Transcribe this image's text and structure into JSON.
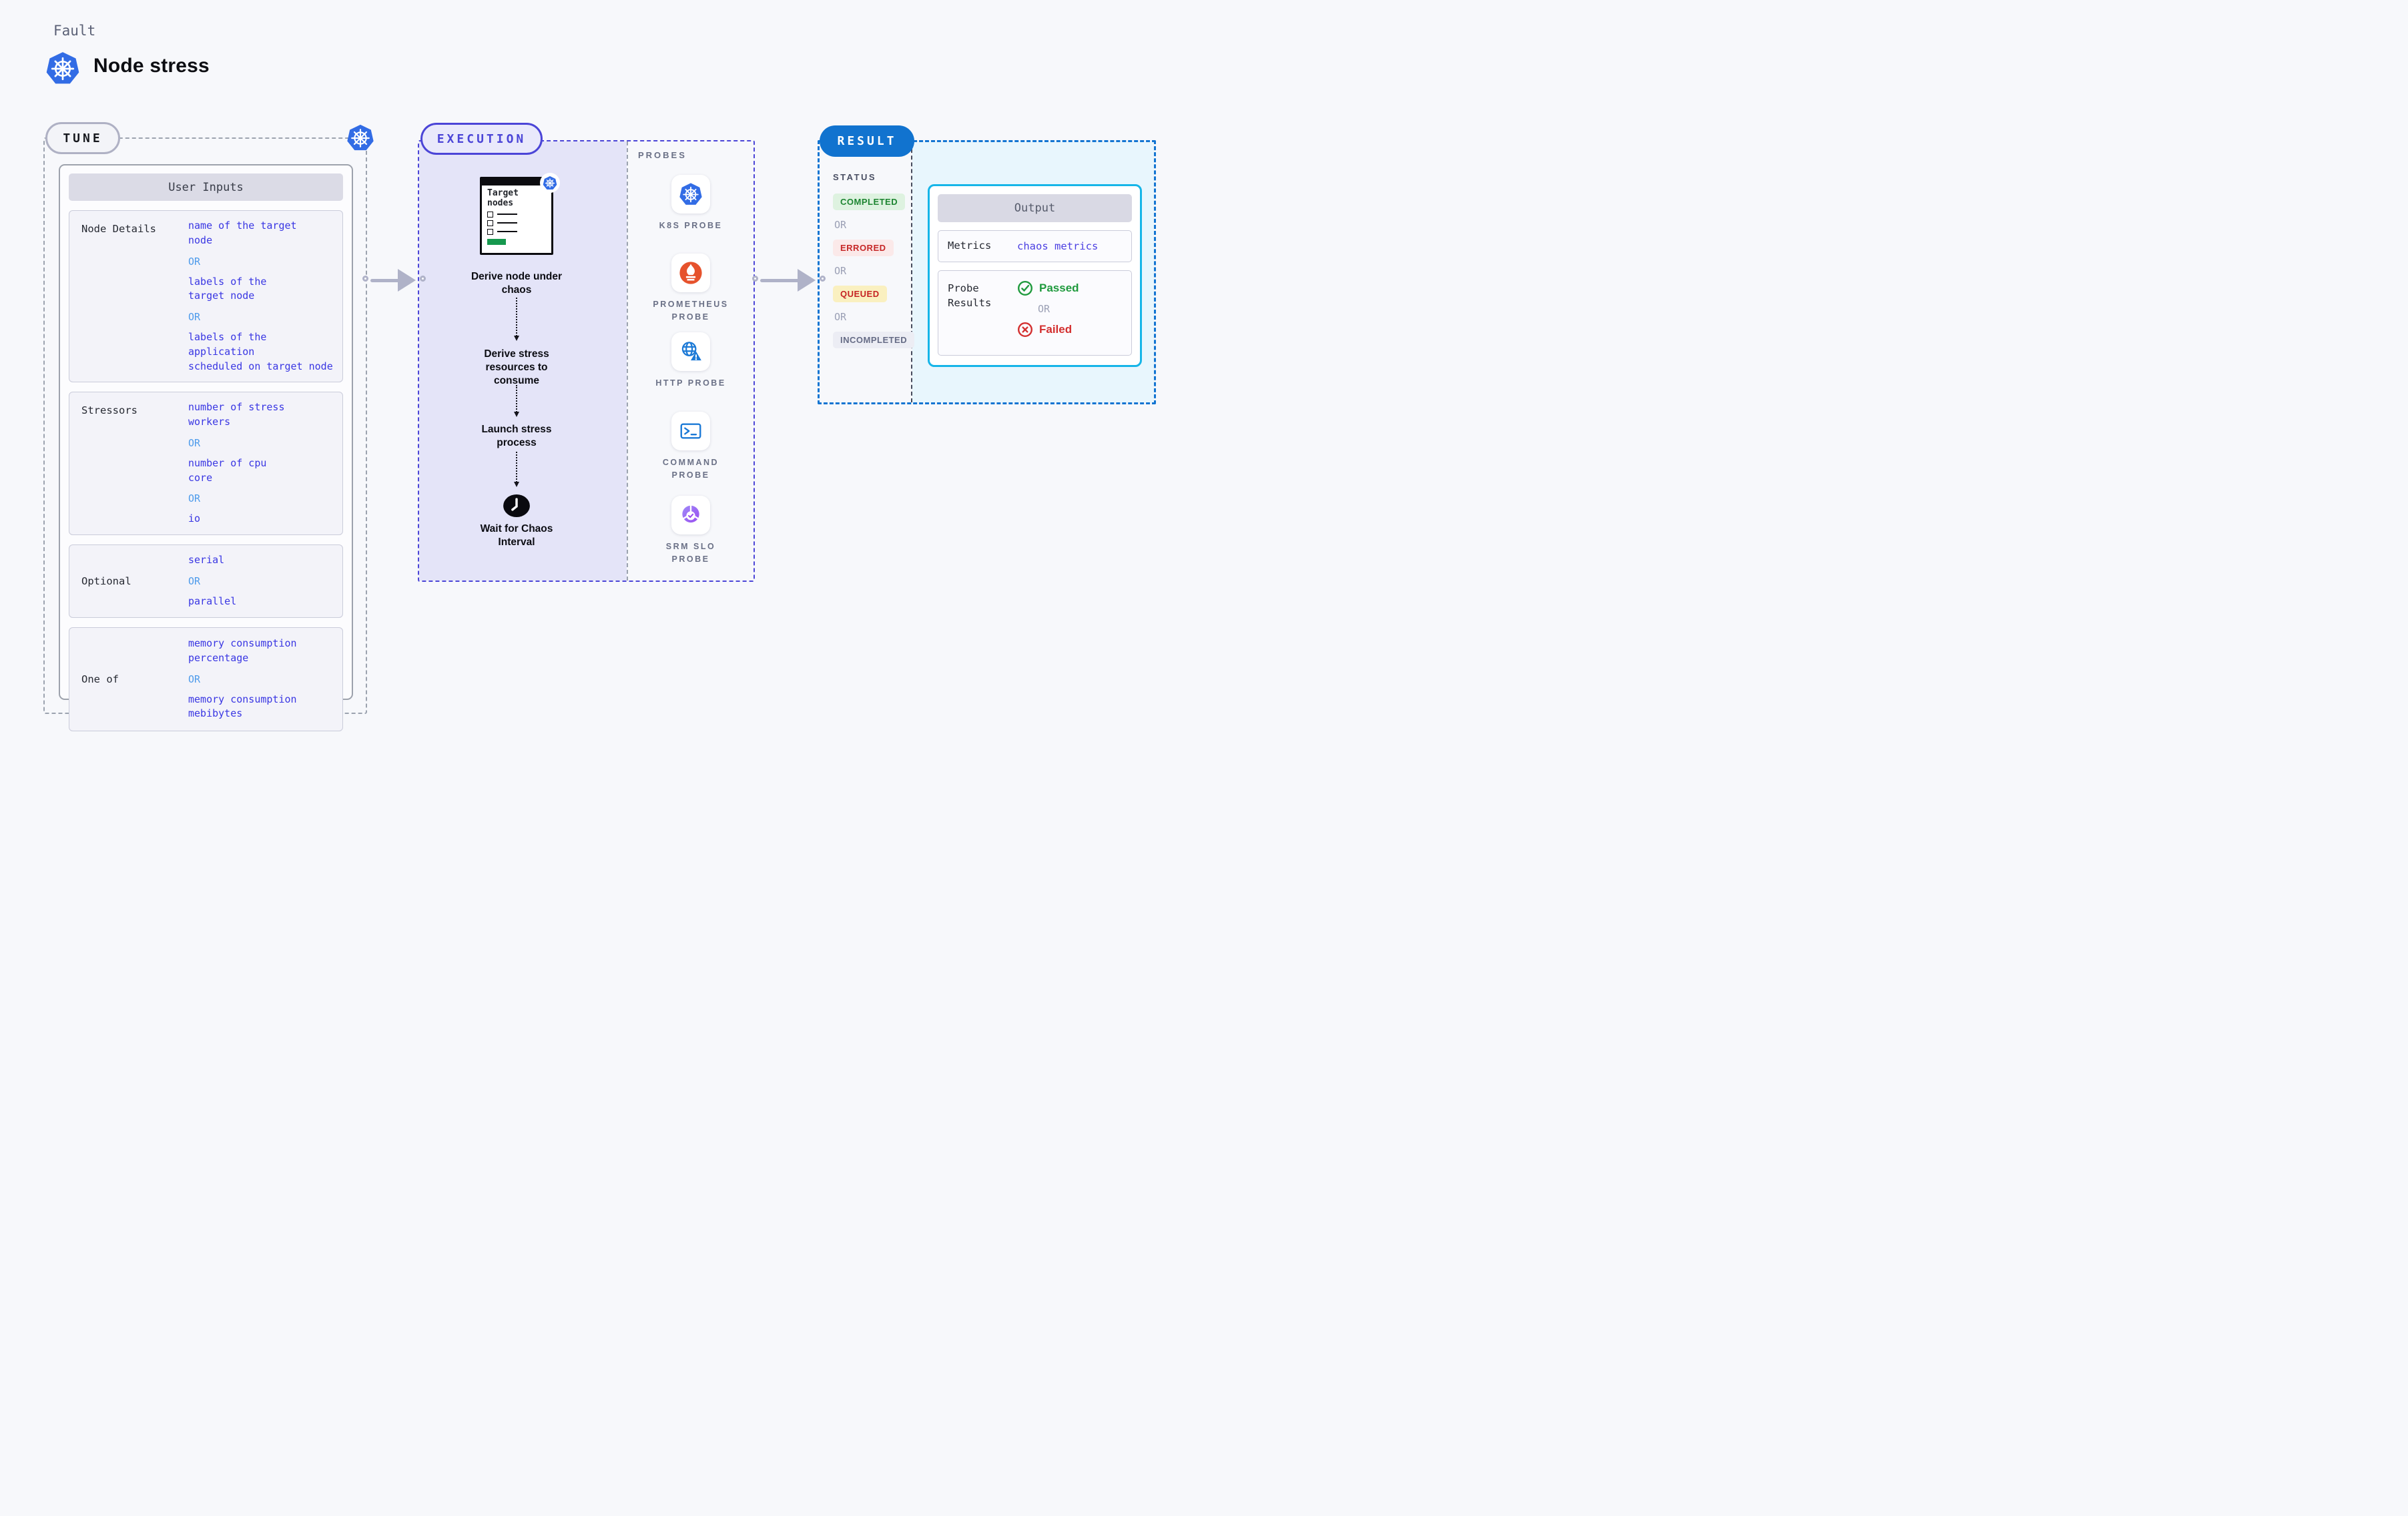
{
  "header": {
    "category": "Fault",
    "title": "Node stress",
    "logo_icon": "kubernetes-icon"
  },
  "tune": {
    "badge": "TUNE",
    "corner_icon": "kubernetes-icon",
    "table": {
      "title": "User Inputs",
      "rows": [
        {
          "label": "Node Details",
          "align": "top",
          "items": [
            {
              "type": "value",
              "text": "name of the target\nnode"
            },
            {
              "type": "or",
              "text": "OR"
            },
            {
              "type": "value",
              "text": "labels of the\ntarget node"
            },
            {
              "type": "or",
              "text": "OR"
            },
            {
              "type": "value",
              "text": "labels of the application\nscheduled on target node"
            }
          ]
        },
        {
          "label": "Stressors",
          "align": "top",
          "items": [
            {
              "type": "value",
              "text": "number of stress\nworkers"
            },
            {
              "type": "or",
              "text": "OR"
            },
            {
              "type": "value",
              "text": "number of cpu\ncore"
            },
            {
              "type": "or",
              "text": "OR"
            },
            {
              "type": "value",
              "text": "io"
            }
          ]
        },
        {
          "label": "Optional",
          "align": "center",
          "items": [
            {
              "type": "value",
              "text": "serial"
            },
            {
              "type": "or",
              "text": "OR"
            },
            {
              "type": "value",
              "text": "parallel"
            }
          ]
        },
        {
          "label": "One of",
          "align": "center",
          "items": [
            {
              "type": "value",
              "text": "memory consumption\npercentage"
            },
            {
              "type": "or",
              "text": "OR"
            },
            {
              "type": "value",
              "text": "memory consumption\nmebibytes"
            }
          ]
        }
      ]
    }
  },
  "execution": {
    "badge": "EXECUTION",
    "card": {
      "title": "Target\nnodes",
      "icon": "kubernetes-icon",
      "checklist_rows": 3
    },
    "steps": [
      "Derive node under\nchaos",
      "Derive stress\nresources to\nconsume",
      "Launch stress\nprocess"
    ],
    "wait_step": {
      "icon": "clock-icon",
      "label": "Wait for Chaos\nInterval"
    }
  },
  "probes": {
    "title": "PROBES",
    "items": [
      {
        "label": "K8S  PROBE",
        "icon": "kubernetes-icon"
      },
      {
        "label": "PROMETHEUS\nPROBE",
        "icon": "prometheus-icon"
      },
      {
        "label": "HTTP  PROBE",
        "icon": "globe-warning-icon"
      },
      {
        "label": "COMMAND\nPROBE",
        "icon": "terminal-icon"
      },
      {
        "label": "SRM SLO\nPROBE",
        "icon": "pie-check-icon"
      }
    ]
  },
  "result": {
    "badge": "RESULT",
    "status_title": "STATUS",
    "or_label": "OR",
    "statuses": [
      {
        "label": "COMPLETED",
        "color": "#1D8531",
        "bg": "#DEF2E0"
      },
      {
        "label": "ERRORED",
        "color": "#C62828",
        "bg": "#FBE9E9"
      },
      {
        "label": "QUEUED",
        "color": "#C52323",
        "bg": "#FAF0C0"
      },
      {
        "label": "INCOMPLETED",
        "color": "#666C86",
        "bg": "#ECEDF4"
      }
    ],
    "output": {
      "title": "Output",
      "metrics_label": "Metrics",
      "metrics_value": "chaos metrics",
      "probe_results_label": "Probe\nResults",
      "passed_label": "Passed",
      "or_label": "OR",
      "failed_label": "Failed",
      "passed_icon": "check-circle-icon",
      "failed_icon": "x-circle-icon"
    }
  },
  "colors": {
    "page_bg": "#F7F8FB",
    "tune_dash": "#9CA3AF",
    "execution_accent": "#4B45D7",
    "execution_fill": "#E4E4F8",
    "probes_label": "#6A7086",
    "result_accent": "#1375D2",
    "result_pill": "#1173CF",
    "result_fill": "#E8F6FD",
    "output_border": "#16B5E8",
    "value_text": "#3936E3",
    "or_text": "#4E9BEB",
    "passed": "#1F9A3D",
    "failed": "#D32F2F",
    "kubernetes_blue": "#326CE5",
    "prometheus_orange": "#E6522C",
    "card_button_green": "#16984E"
  }
}
